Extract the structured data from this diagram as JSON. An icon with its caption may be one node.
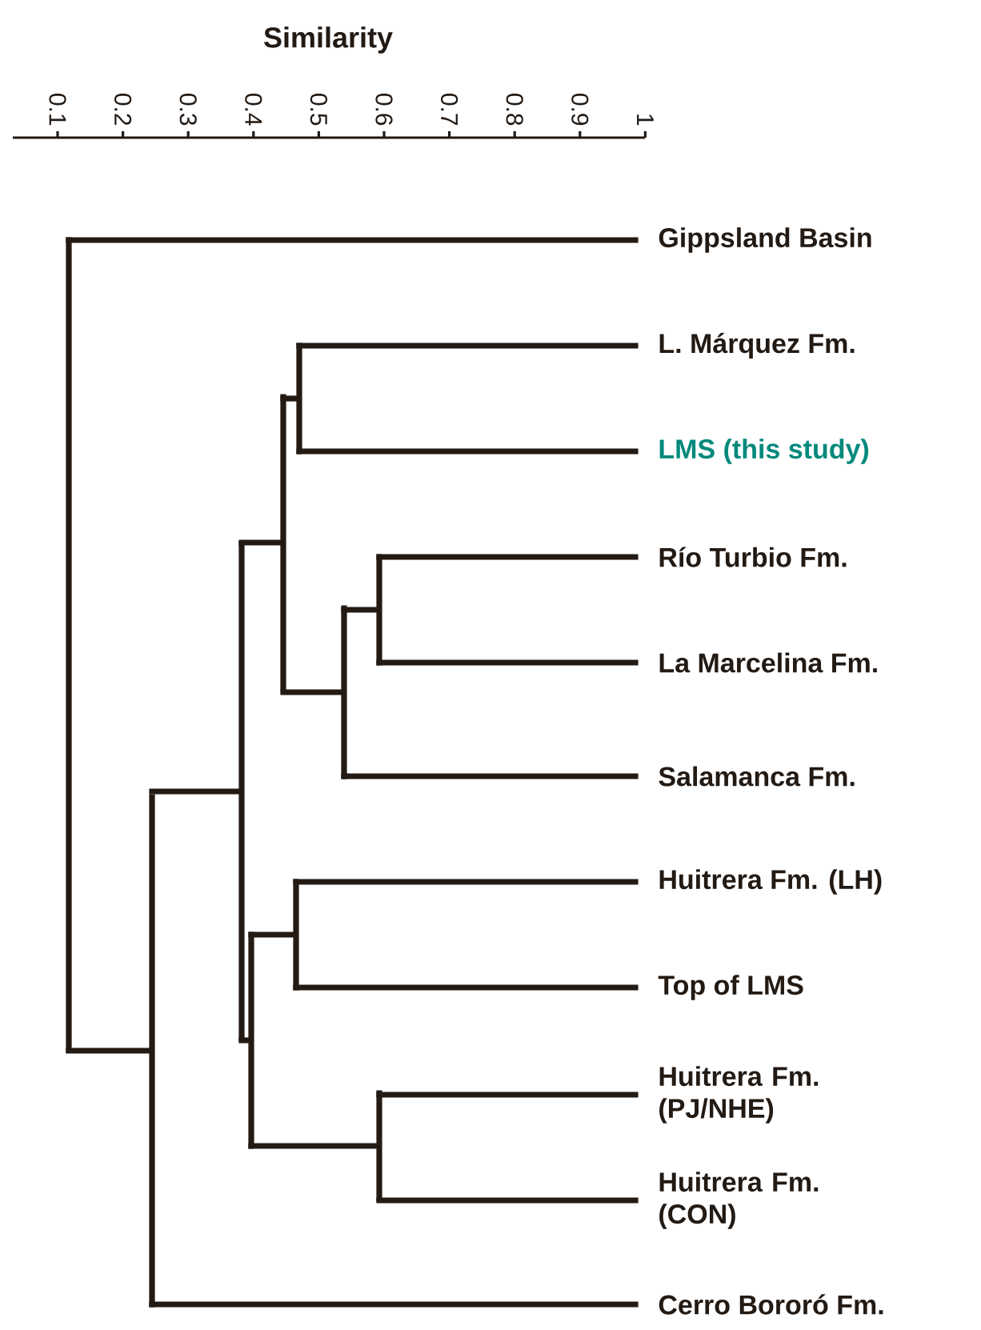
{
  "diagram": {
    "nodes": [
      {
        "text": [
          "Gippsland Basin"
        ]
      },
      {
        "text": [
          "L. Márquez  Fm."
        ]
      },
      {
        "text": [
          "LMS (this study)"
        ]
      },
      {
        "text": [
          "Río Turbio Fm."
        ]
      },
      {
        "text": [
          "La Marcelina Fm."
        ]
      },
      {
        "text": [
          "Salamanca Fm."
        ]
      },
      {
        "text": [
          "Huitrera Fm. (LH)"
        ]
      },
      {
        "text": [
          "Top of LMS"
        ]
      },
      {
        "text": [
          "Huitrera Fm. (PJ/NHE)"
        ]
      },
      {
        "text": [
          "Huitrera Fm. (CON)"
        ]
      },
      {
        "text": [
          "Cerro Bororó Fm."
        ]
      },
      {
        "text": [],
        "shape": "bar"
      },
      {
        "text": [],
        "shape": "bar"
      },
      {
        "text": [],
        "shape": "bar"
      },
      {
        "text": [],
        "shape": "bar"
      },
      {
        "text": [],
        "shape": "bar"
      },
      {
        "text": [],
        "shape": "bar"
      },
      {
        "text": [],
        "shape": "bar"
      },
      {
        "text": [],
        "shape": "bar"
      },
      {
        "text": [],
        "shape": "bar"
      },
      {
        "text": [],
        "shape": "bar"
      }
    ],
    "edges": [
      {
        "from": 11,
        "to": 0,
        "arrow": "none"
      },
      {
        "from": 11,
        "to": 12,
        "arrow": "none"
      },
      {
        "from": 12,
        "to": 13,
        "arrow": "none"
      },
      {
        "from": 12,
        "to": 10,
        "arrow": "none"
      },
      {
        "from": 13,
        "to": 15,
        "arrow": "none"
      },
      {
        "from": 13,
        "to": 14,
        "arrow": "none"
      },
      {
        "from": 15,
        "to": 17,
        "arrow": "none"
      },
      {
        "from": 15,
        "to": 18,
        "arrow": "none"
      },
      {
        "from": 17,
        "to": 1,
        "arrow": "none"
      },
      {
        "from": 17,
        "to": 2,
        "arrow": "none"
      },
      {
        "from": 18,
        "to": 19,
        "arrow": "none"
      },
      {
        "from": 18,
        "to": 5,
        "arrow": "none"
      },
      {
        "from": 19,
        "to": 3,
        "arrow": "none"
      },
      {
        "from": 19,
        "to": 4,
        "arrow": "none"
      },
      {
        "from": 14,
        "to": 16,
        "arrow": "none"
      },
      {
        "from": 14,
        "to": 20,
        "arrow": "none"
      },
      {
        "from": 16,
        "to": 6,
        "arrow": "none"
      },
      {
        "from": 16,
        "to": 7,
        "arrow": "none"
      },
      {
        "from": 20,
        "to": 8,
        "arrow": "none"
      },
      {
        "from": 20,
        "to": 9,
        "arrow": "none"
      }
    ],
    "labels": [
      "Similarity",
      "0.1",
      "0.2",
      "0.3",
      "0.4",
      "0.5",
      "0.6",
      "0.7",
      "0.8",
      "0.9",
      "1"
    ]
  }
}
